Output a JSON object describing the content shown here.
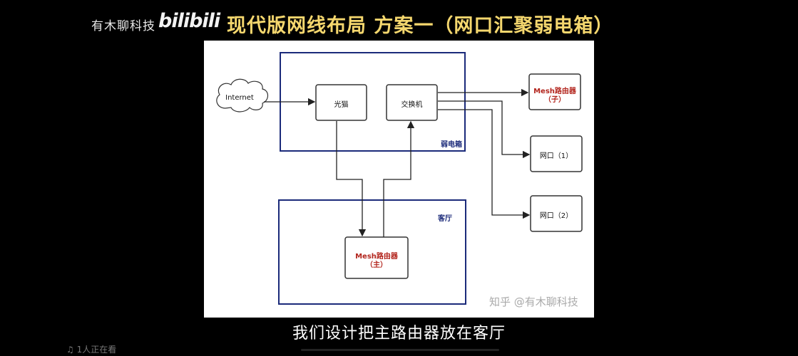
{
  "header": {
    "channel": "有木聊科技",
    "logo": "bilibili",
    "title": "现代版网线布局 方案一（网口汇聚弱电箱）"
  },
  "diagram": {
    "nodes": {
      "internet": "Internet",
      "modem": "光猫",
      "switch": "交换机",
      "mesh_child_line1": "Mesh路由器",
      "mesh_child_line2": "（子）",
      "port1": "网口（1）",
      "port2": "网口（2）",
      "mesh_main_line1": "Mesh路由器",
      "mesh_main_line2": "（主）"
    },
    "groups": {
      "weak_box": "弱电箱",
      "living_room": "客厅"
    },
    "watermark": "知乎 @有木聊科技",
    "colors": {
      "group_border": "#1b2a7a",
      "highlight": "#b3261e"
    }
  },
  "subtitle": "我们设计把主路由器放在客厅",
  "viewers": "1人正在看"
}
